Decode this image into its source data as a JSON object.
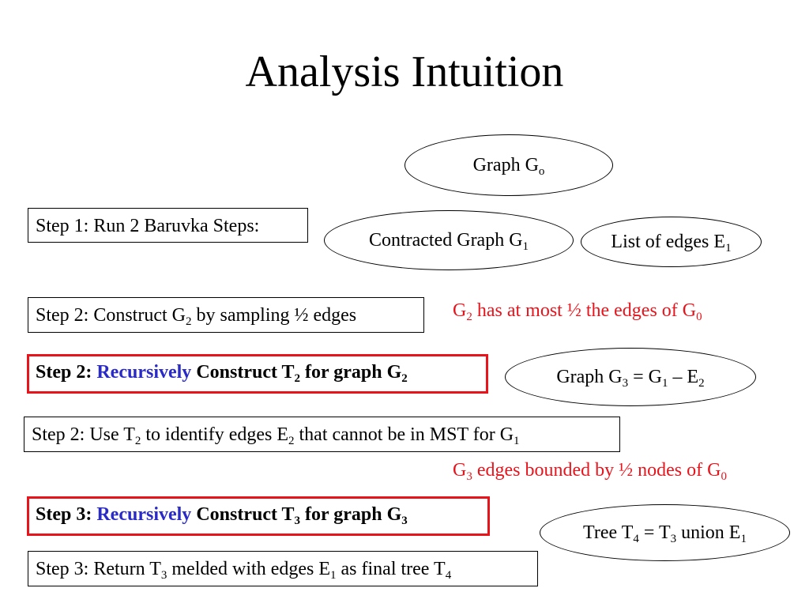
{
  "slide": {
    "title": "Analysis Intuition"
  },
  "ellipses": {
    "graph_g0": {
      "text": "Graph G",
      "sub": "o"
    },
    "contracted_g1": {
      "text": "Contracted Graph G",
      "sub": "1"
    },
    "edges_e1": {
      "text": "List of edges E",
      "sub": "1"
    },
    "graph_g3": {
      "t1": "Graph G",
      "s1": "3",
      "t2": " = G",
      "s2": "1",
      "t3": " – E",
      "s3": "2"
    },
    "tree_t4": {
      "t1": "Tree T",
      "s1": "4",
      "t2": " = T",
      "s2": "3",
      "t3": " union E",
      "s3": "1"
    }
  },
  "steps": {
    "step1": {
      "text": "Step 1: Run 2 Baruvka Steps:"
    },
    "step2a": {
      "t1": "Step 2: Construct G",
      "s1": "2",
      "t2": " by sampling ½ edges"
    },
    "step2b": {
      "t1": "Step 2: ",
      "blue": "Recursively",
      "t2": " Construct T",
      "s1": "2",
      "t3": " for graph G",
      "s2": "2"
    },
    "step2c": {
      "t1": "Step 2: Use T",
      "s1": "2",
      "t2": " to identify edges E",
      "s2": "2",
      "t3": " that cannot be in MST for G",
      "s3": "1"
    },
    "step3a": {
      "t1": "Step 3: ",
      "blue": "Recursively",
      "t2": " Construct T",
      "s1": "3",
      "t3": " for graph G",
      "s2": "3"
    },
    "step3b": {
      "t1": "Step 3: Return T",
      "s1": "3",
      "t2": " melded with edges E",
      "s2": "1",
      "t3": " as final tree T",
      "s3": "4"
    }
  },
  "notes": {
    "g2_note": {
      "t1": "G",
      "s1": "2",
      "t2": " has at most ½ the edges of G",
      "s2": "0"
    },
    "g3_note": {
      "t1": "G",
      "s1": "3",
      "t2": " edges bounded by ½ nodes of G",
      "s2": "0"
    }
  },
  "colors": {
    "accent_red": "#e8141c",
    "accent_blue": "#2a2ac8"
  }
}
